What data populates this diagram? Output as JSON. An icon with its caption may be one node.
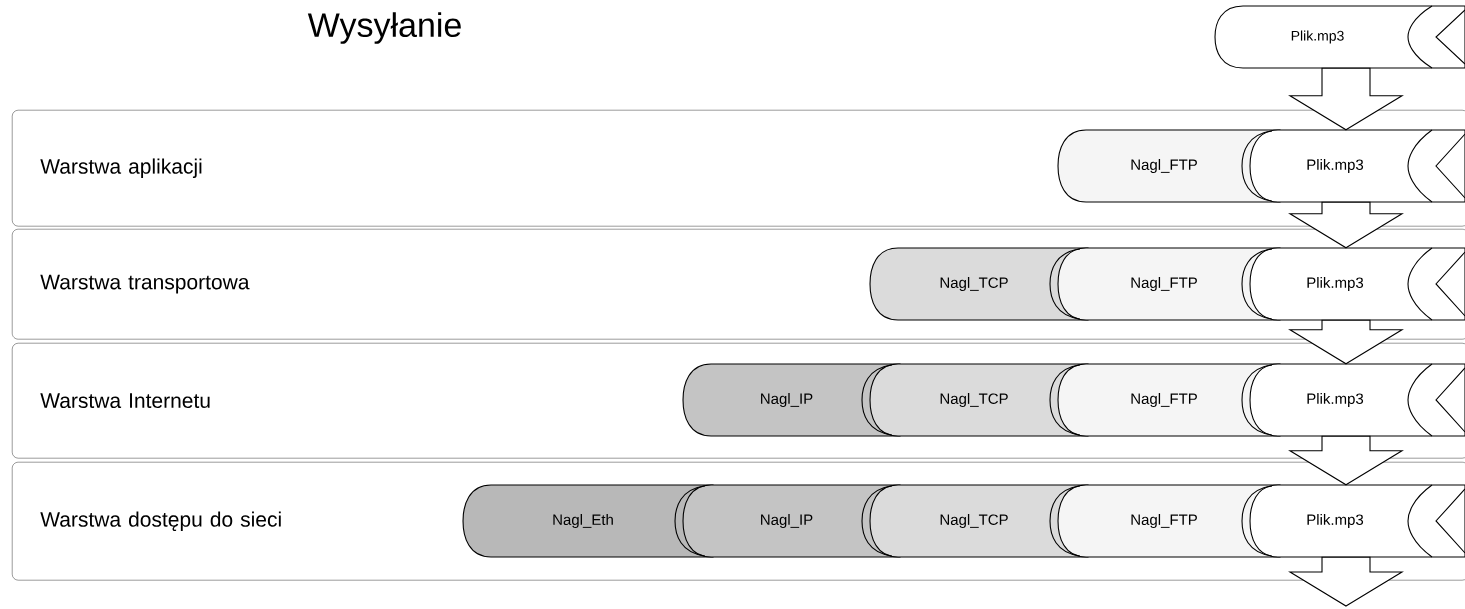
{
  "diagram": {
    "title": "Wysyłanie",
    "nodes": [
      {
        "text": [
          "Warstwa aplikacji"
        ]
      },
      {
        "text": [
          "Warstwa transportowa"
        ]
      },
      {
        "text": [
          "Warstwa Internetu"
        ]
      },
      {
        "text": [
          "Warstwa dostępu do sieci"
        ]
      },
      {
        "text": [
          "Plik.mp3"
        ]
      },
      {
        "text": [
          "Nagl_FTP"
        ],
        "in": 0
      },
      {
        "text": [
          "Plik.mp3"
        ],
        "in": 0
      },
      {
        "text": [
          "Nagl_TCP"
        ],
        "in": 1
      },
      {
        "text": [
          "Nagl_FTP"
        ],
        "in": 1
      },
      {
        "text": [
          "Plik.mp3"
        ],
        "in": 1
      },
      {
        "text": [
          "Nagl_IP"
        ],
        "in": 2
      },
      {
        "text": [
          "Nagl_TCP"
        ],
        "in": 2
      },
      {
        "text": [
          "Nagl_FTP"
        ],
        "in": 2
      },
      {
        "text": [
          "Plik.mp3"
        ],
        "in": 2
      },
      {
        "text": [
          "Nagl_Eth"
        ],
        "in": 3
      },
      {
        "text": [
          "Nagl_IP"
        ],
        "in": 3
      },
      {
        "text": [
          "Nagl_TCP"
        ],
        "in": 3
      },
      {
        "text": [
          "Nagl_FTP"
        ],
        "in": 3
      },
      {
        "text": [
          "Plik.mp3"
        ],
        "in": 3
      }
    ],
    "edges": [
      {
        "from": 4,
        "to": 6,
        "arrow": "to"
      },
      {
        "from": 6,
        "to": 9,
        "arrow": "to"
      },
      {
        "from": 9,
        "to": 13,
        "arrow": "to"
      },
      {
        "from": 13,
        "to": 18,
        "arrow": "to"
      },
      {
        "from": 18,
        "to": null,
        "arrow": "to"
      }
    ]
  }
}
